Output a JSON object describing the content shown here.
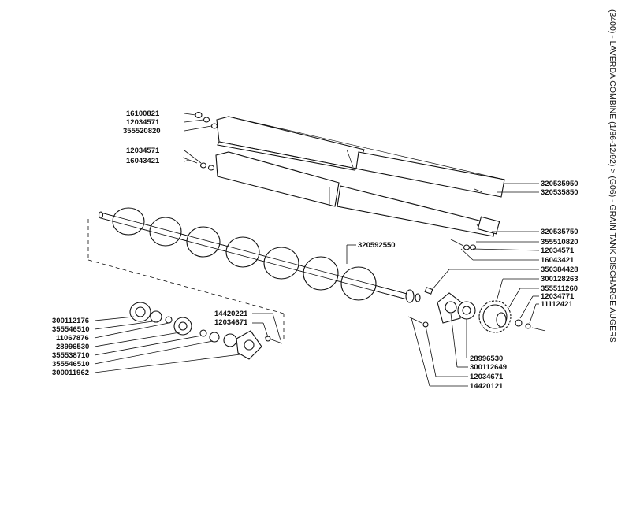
{
  "title": "(3400) - LAVERDA COMBINE (1/86-12/92) > (G06) - GRAIN TANK DISCHARGE AUGERS",
  "labels": {
    "l16100821": "16100821",
    "l12034571a": "12034571",
    "l355520820": "355520820",
    "l12034571b": "12034571",
    "l16043421a": "16043421",
    "l320535950": "320535950",
    "l320535850": "320535850",
    "l320535750": "320535750",
    "l355510820": "355510820",
    "l12034571c": "12034571",
    "l16043421b": "16043421",
    "l320592550": "320592550",
    "l350384428": "350384428",
    "l300128263": "300128263",
    "l355511260": "355511260",
    "l12034771": "12034771",
    "l11112421": "11112421",
    "l300112176": "300112176",
    "l355546510a": "355546510",
    "l11067876": "11067876",
    "l28996530a": "28996530",
    "l355538710": "355538710",
    "l355546510b": "355546510",
    "l300011962": "300011962",
    "l14420221": "14420221",
    "l12034671a": "12034671",
    "l28996530b": "28996530",
    "l300112649": "300112649",
    "l12034671b": "12034671",
    "l14420121": "14420121"
  }
}
